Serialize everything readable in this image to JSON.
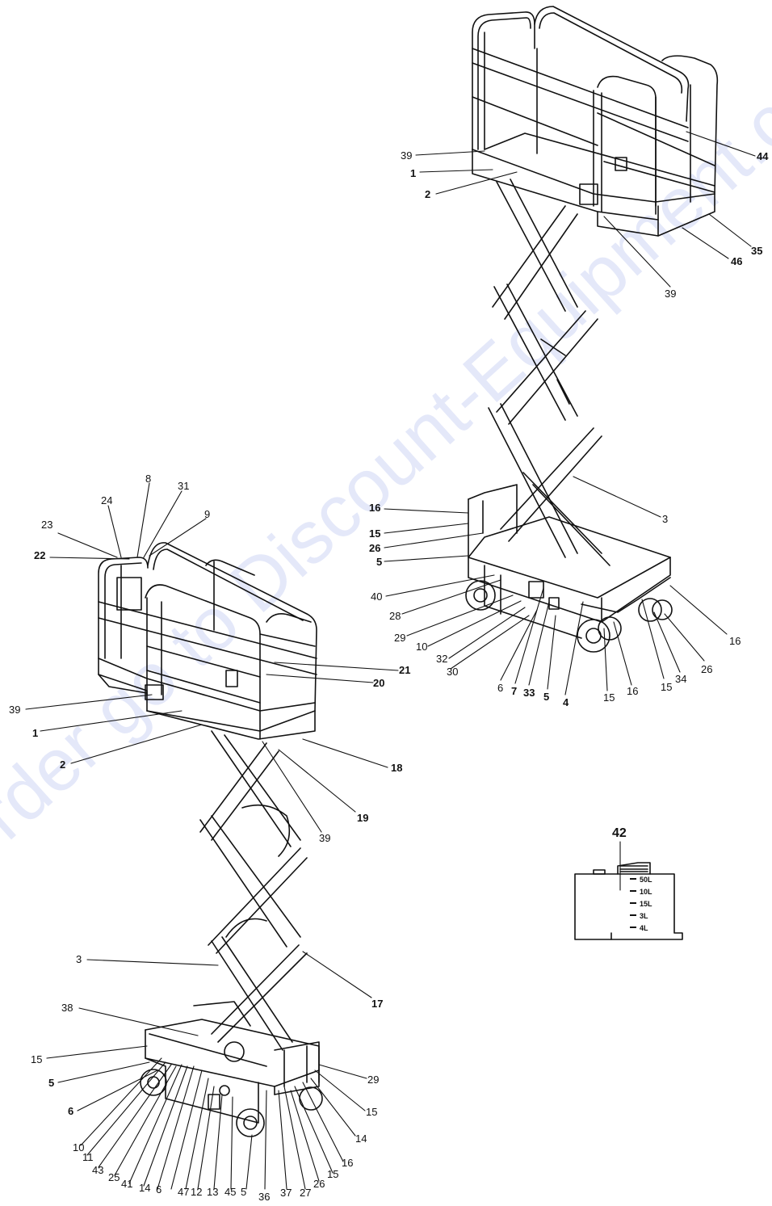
{
  "watermark": {
    "text": "To order go to Discount-Equipment.com"
  },
  "tank": {
    "marks": [
      "50L",
      "10L",
      "15L",
      "3L",
      "4L"
    ]
  },
  "callouts": {
    "upper": [
      {
        "t": "39",
        "b": false
      },
      {
        "t": "1",
        "b": true
      },
      {
        "t": "2",
        "b": true
      },
      {
        "t": "44",
        "b": true
      },
      {
        "t": "35",
        "b": true
      },
      {
        "t": "46",
        "b": true
      },
      {
        "t": "39",
        "b": false
      },
      {
        "t": "3",
        "b": false
      },
      {
        "t": "16",
        "b": true
      },
      {
        "t": "15",
        "b": true
      },
      {
        "t": "26",
        "b": true
      },
      {
        "t": "5",
        "b": true
      },
      {
        "t": "40",
        "b": false
      },
      {
        "t": "28",
        "b": false
      },
      {
        "t": "29",
        "b": false
      },
      {
        "t": "10",
        "b": false
      },
      {
        "t": "32",
        "b": false
      },
      {
        "t": "30",
        "b": false
      },
      {
        "t": "6",
        "b": false
      },
      {
        "t": "7",
        "b": true
      },
      {
        "t": "33",
        "b": true
      },
      {
        "t": "5",
        "b": true
      },
      {
        "t": "4",
        "b": true
      },
      {
        "t": "15",
        "b": false
      },
      {
        "t": "16",
        "b": false
      },
      {
        "t": "15",
        "b": false
      },
      {
        "t": "34",
        "b": false
      },
      {
        "t": "26",
        "b": false
      },
      {
        "t": "16",
        "b": false
      },
      {
        "t": "42",
        "b": true
      }
    ],
    "lower": [
      {
        "t": "24",
        "b": false
      },
      {
        "t": "8",
        "b": false
      },
      {
        "t": "31",
        "b": false
      },
      {
        "t": "9",
        "b": false
      },
      {
        "t": "23",
        "b": false
      },
      {
        "t": "22",
        "b": true
      },
      {
        "t": "21",
        "b": true
      },
      {
        "t": "20",
        "b": true
      },
      {
        "t": "39",
        "b": false
      },
      {
        "t": "1",
        "b": true
      },
      {
        "t": "2",
        "b": true
      },
      {
        "t": "18",
        "b": true
      },
      {
        "t": "19",
        "b": true
      },
      {
        "t": "39",
        "b": false
      },
      {
        "t": "3",
        "b": false
      },
      {
        "t": "17",
        "b": true
      },
      {
        "t": "38",
        "b": false
      },
      {
        "t": "15",
        "b": false
      },
      {
        "t": "5",
        "b": true
      },
      {
        "t": "6",
        "b": true
      },
      {
        "t": "29",
        "b": false
      },
      {
        "t": "15",
        "b": false
      },
      {
        "t": "14",
        "b": false
      },
      {
        "t": "16",
        "b": false
      },
      {
        "t": "15",
        "b": false
      },
      {
        "t": "26",
        "b": false
      },
      {
        "t": "27",
        "b": false
      },
      {
        "t": "37",
        "b": false
      },
      {
        "t": "36",
        "b": false
      },
      {
        "t": "5",
        "b": false
      },
      {
        "t": "45",
        "b": false
      },
      {
        "t": "13",
        "b": false
      },
      {
        "t": "12",
        "b": false
      },
      {
        "t": "47",
        "b": false
      },
      {
        "t": "6",
        "b": false
      },
      {
        "t": "14",
        "b": false
      },
      {
        "t": "41",
        "b": false
      },
      {
        "t": "25",
        "b": false
      },
      {
        "t": "43",
        "b": false
      },
      {
        "t": "11",
        "b": false
      },
      {
        "t": "10",
        "b": false
      }
    ]
  }
}
